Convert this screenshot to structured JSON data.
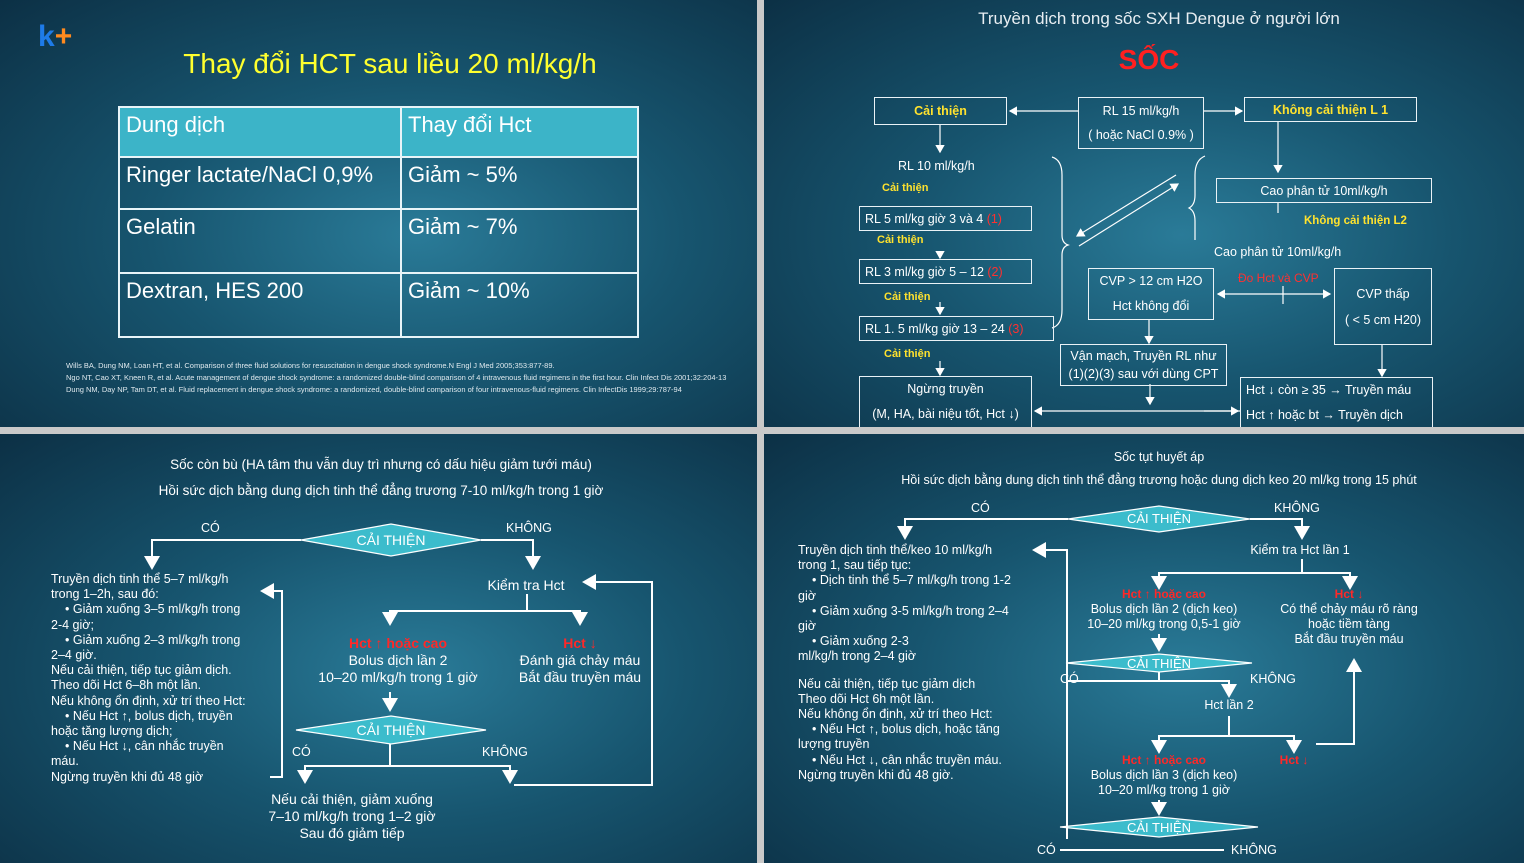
{
  "slide1": {
    "logo_k": "k",
    "logo_plus": "+",
    "title": "Thay đổi HCT sau liều 20 ml/kg/h",
    "table": {
      "headers": [
        "Dung dịch",
        "Thay đổi Hct"
      ],
      "rows": [
        [
          "Ringer lactate/NaCl 0,9%",
          "Giảm ~ 5%"
        ],
        [
          "Gelatin",
          "Giảm ~ 7%"
        ],
        [
          "Dextran, HES 200",
          "Giảm ~ 10%"
        ]
      ]
    },
    "references": [
      "Wills BA, Dung NM, Loan HT, et al. Comparison of three fluid solutions for resuscitation in dengue shock syndrome.N Engl J Med 2005;353:877-89.",
      "Ngo NT, Cao XT, Kneen R, et al. Acute management of dengue shock syndrome: a randomized double-blind comparison of 4 intravenous fluid regimens in the first hour. Clin Infect Dis 2001;32:204-13",
      "Dung NM, Day NP, Tam DT, et al. Fluid replacement in dengue shock syndrome: a randomized, double-blind comparison of four intravenous-fluid regimens. Clin InfectDis 1999;29:787-94"
    ],
    "colors": {
      "title": "#ffff2e",
      "header_fill": "#3cb4c8",
      "logo_k": "#1e7be8",
      "logo_plus": "#ff8a1e"
    }
  },
  "slide2": {
    "title": "Truyền dịch trong sốc SXH Dengue ở người lớn",
    "shock": "SỐC",
    "improve_box": "Cải thiện",
    "rl_box_l1": "RL 15 ml/kg/h",
    "rl_box_l2": "( hoặc NaCl 0.9% )",
    "no_improve_l1": "Không cải thiện L 1",
    "rl10": "RL 10 ml/kg/h",
    "ci1": "Cải thiện",
    "step1_text": "RL 5 ml/kg giờ 3 và 4",
    "step1_num": "(1)",
    "ci2": "Cải thiện",
    "step2_text": "RL 3 ml/kg giờ 5 – 12",
    "step2_num": "(2)",
    "ci3": "Cải thiện",
    "step3_text": "RL 1. 5 ml/kg giờ 13 – 24",
    "step3_num": "(3)",
    "ci4": "Cải thiện",
    "stop_l1": "Ngừng truyền",
    "stop_l2": "(M, HA, bài niệu tốt, Hct ↓)",
    "colloid1": "Cao phân tử 10ml/kg/h",
    "no_improve_l2": "Không cải thiện L2",
    "colloid2": "Cao phân tử 10ml/kg/h",
    "measure": "Đo Hct và CVP",
    "cvp_high_l1": "CVP > 12 cm H2O",
    "cvp_high_l2": "Hct không đổi",
    "cvp_low_l1": "CVP thấp",
    "cvp_low_l2": "( < 5 cm H20)",
    "vaso_l1": "Vận mạch, Truyền RL như",
    "vaso_l2": "(1)(2)(3) sau với dùng CPT",
    "hct_l1": "Hct ↓ còn ≥ 35 → Truyền máu",
    "hct_l2": "Hct ↑ hoặc bt → Truyền dịch",
    "colors": {
      "shock": "#ff2020",
      "yellow": "#ffe22e",
      "red": "#ff3030"
    }
  },
  "slide3": {
    "title1": "Sốc còn bù (HA tâm thu vẫn duy trì nhưng có dấu hiệu giảm tưới máu)",
    "title2": "Hồi sức dịch bằng dung dịch tinh thể đẳng trương 7-10 ml/kg/h trong 1 giờ",
    "yes1": "CÓ",
    "no1": "KHÔNG",
    "diamond1": "CẢI THIỆN",
    "check_hct": "Kiểm tra Hct",
    "left_text": [
      "Truyền dịch tinh thể 5–7 ml/kg/h",
      "trong 1–2h, sau đó:",
      "• Giảm xuống 3–5 ml/kg/h trong",
      "2-4 giờ;",
      "• Giảm xuống 2–3 ml/kg/h trong",
      "2–4 giờ.",
      "Nếu cải thiện, tiếp tục giảm dịch.",
      "Theo dõi Hct 6–8h một lần.",
      "Nếu không ổn định, xử trí theo Hct:",
      "• Nếu Hct ↑, bolus dịch, truyền",
      "hoặc tăng lượng dịch;",
      "• Nếu Hct ↓, cân nhắc truyền",
      "máu.",
      "Ngừng truyền khi đủ 48 giờ"
    ],
    "hct_up": "Hct ↑ hoặc cao",
    "bolus2_l1": "Bolus dịch lần 2",
    "bolus2_l2": "10–20 ml/kg/h trong 1 giờ",
    "hct_down": "Hct ↓",
    "bleed_l1": "Đánh giá chảy máu",
    "bleed_l2": "Bắt đầu truyền máu",
    "diamond2": "CẢI THIỆN",
    "yes2": "CÓ",
    "no2": "KHÔNG",
    "bottom_l1": "Nếu cải thiện, giảm xuống",
    "bottom_l2": "7–10 ml/kg/h trong 1–2 giờ",
    "bottom_l3": "Sau đó giảm tiếp",
    "colors": {
      "diamond": "#3cbccc",
      "red": "#ff2828"
    }
  },
  "slide4": {
    "title1": "Sốc tụt huyết áp",
    "title2": "Hồi sức dịch bằng dung dịch tinh thể đẳng trương hoặc dung dịch keo 20 ml/kg trong 15 phút",
    "yes1": "CÓ",
    "no1": "KHÔNG",
    "diamond1": "CẢI THIỆN",
    "check1": "Kiểm tra Hct lần 1",
    "left_text": [
      "Truyền dịch tinh thể/keo 10 ml/kg/h",
      "trong 1, sau tiếp tục:",
      "• Dịch tinh thể 5–7 ml/kg/h trong 1-2",
      "giờ",
      "• Giảm xuống 3-5 ml/kg/h trong 2–4",
      "giờ",
      "• Giảm xuống 2-3",
      "ml/kg/h trong 2–4 giờ",
      "",
      "Nếu cải thiện, tiếp tục giảm dịch",
      "Theo dõi Hct 6h một lần.",
      "Nếu không ổn định, xử trí theo Hct:",
      "• Nếu Hct ↑, bolus dịch, hoặc tăng",
      "lượng truyền",
      "• Nếu Hct ↓, cân nhắc truyền máu.",
      "Ngừng truyền khi đủ 48 giờ."
    ],
    "hct_up1": "Hct ↑ hoặc cao",
    "bolus2_l1": "Bolus dịch lần 2 (dịch keo)",
    "bolus2_l2": "10–20 ml/kg trong 0,5-1 giờ",
    "hct_down1": "Hct ↓",
    "bleed_l1": "Có thể chảy máu rõ ràng",
    "bleed_l2": "hoặc tiềm tàng",
    "bleed_l3": "Bắt đầu truyền máu",
    "diamond2": "CẢI THIỆN",
    "yes2": "CÓ",
    "no2": "KHÔNG",
    "check2": "Hct lần 2",
    "hct_up2": "Hct ↑ hoặc cao",
    "hct_down2": "Hct ↓",
    "bolus3_l1": "Bolus dịch lần 3 (dịch keo)",
    "bolus3_l2": "10–20 ml/kg trong 1 giờ",
    "diamond3": "CẢI THIỆN",
    "yes3": "CÓ",
    "no3": "KHÔNG",
    "colors": {
      "diamond": "#3cbccc",
      "red": "#ff2828"
    }
  }
}
